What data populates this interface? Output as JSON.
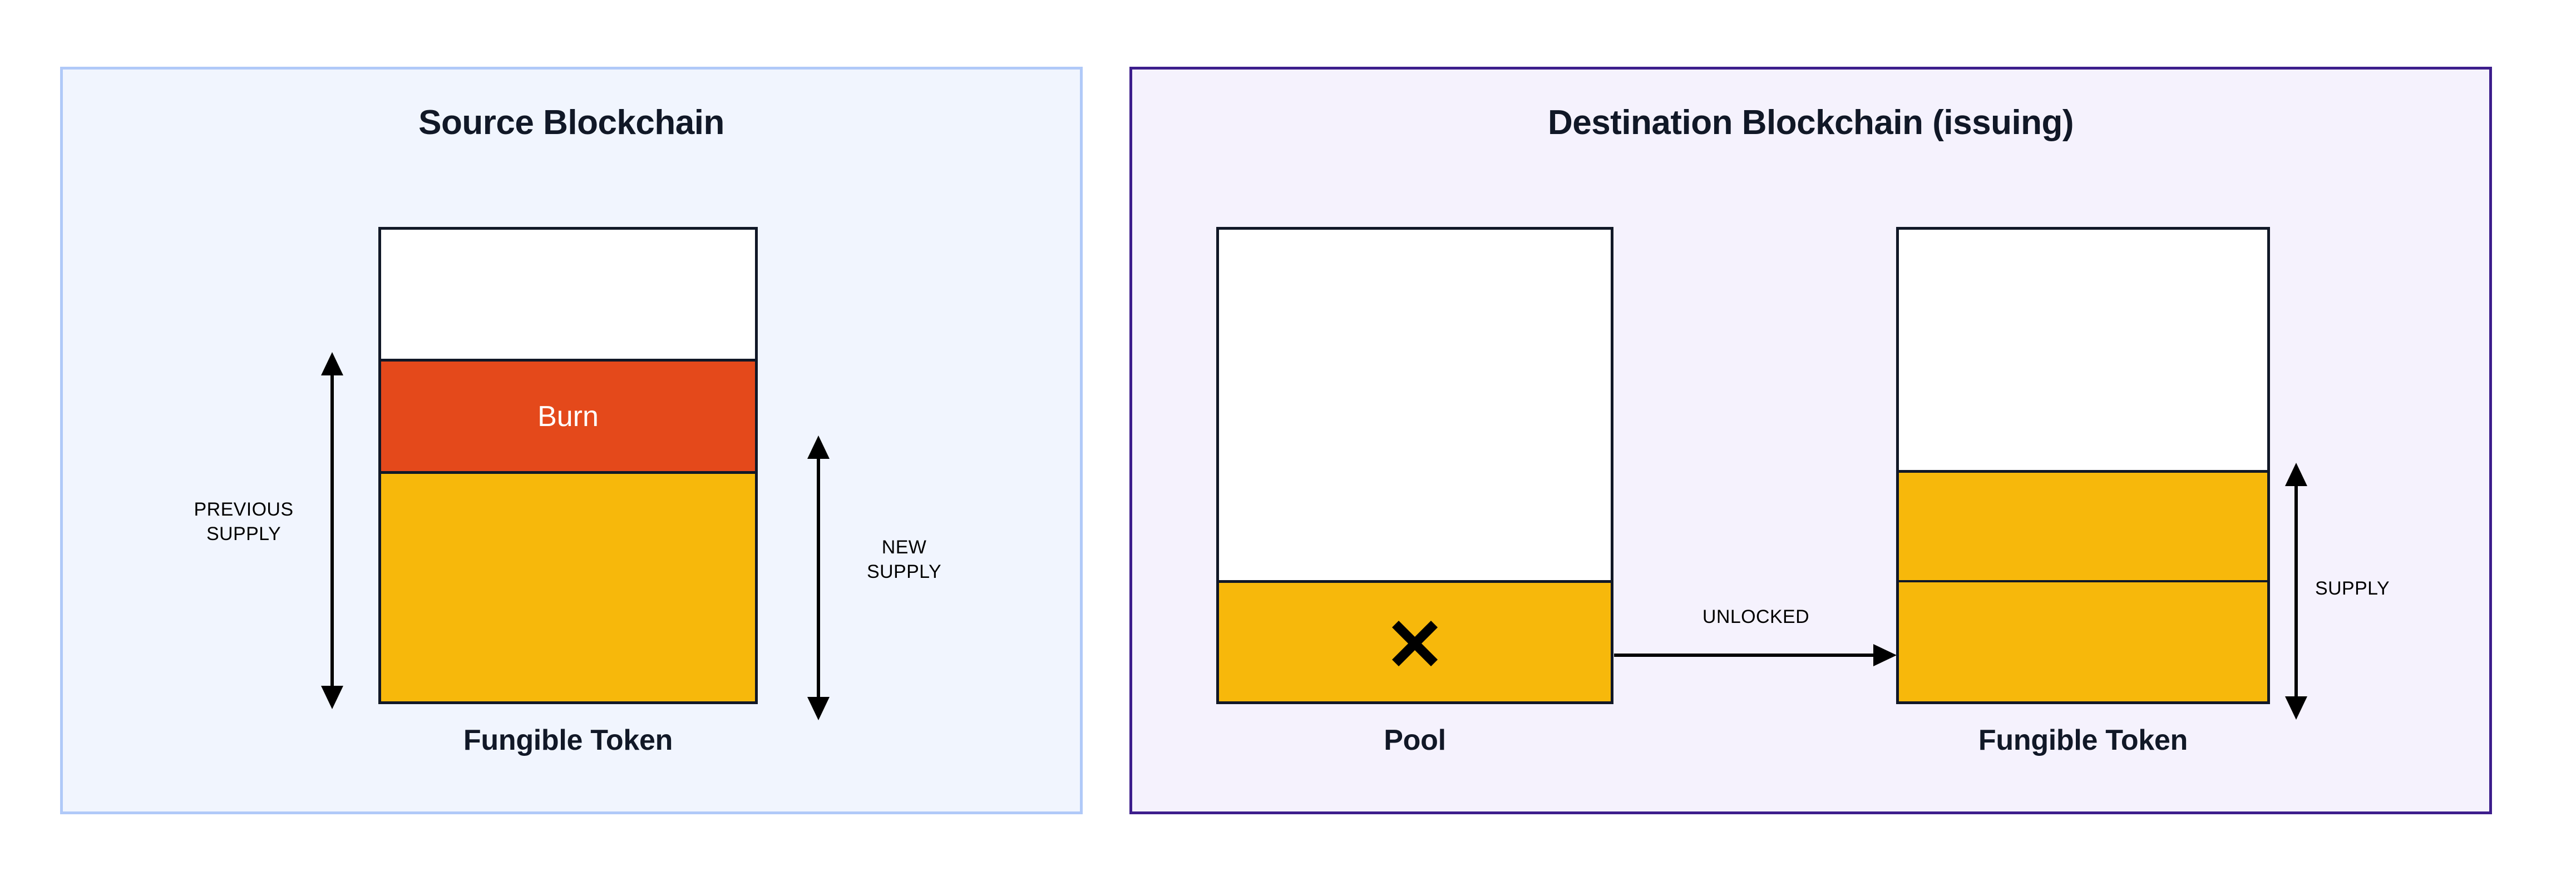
{
  "diagram": {
    "title_source": "Source Blockchain",
    "title_destination": "Destination Blockchain (issuing)"
  },
  "source_panel": {
    "title": "Source Blockchain",
    "token_box": {
      "caption": "Fungible Token",
      "bands": [
        {
          "name": "empty-headroom",
          "label": "",
          "color": "#FFFFFF"
        },
        {
          "name": "burn",
          "label": "Burn",
          "color": "#E4491B"
        },
        {
          "name": "remaining-supply",
          "label": "",
          "color": "#F7B80B"
        }
      ]
    },
    "measures": [
      {
        "name": "previous-supply",
        "label": "PREVIOUS\nSUPPLY"
      },
      {
        "name": "new-supply",
        "label": "NEW\nSUPPLY"
      }
    ]
  },
  "destination_panel": {
    "title": "Destination Blockchain (issuing)",
    "pool_box": {
      "caption": "Pool",
      "marker": "x-mark",
      "bands": [
        {
          "name": "empty-headroom",
          "label": "",
          "color": "#FFFFFF"
        },
        {
          "name": "locked-remaining",
          "label": "",
          "color": "#F7B80B"
        }
      ]
    },
    "token_box": {
      "caption": "Fungible Token",
      "bands": [
        {
          "name": "empty-headroom",
          "label": "",
          "color": "#FFFFFF"
        },
        {
          "name": "existing-supply",
          "label": "",
          "color": "#F7B80B"
        },
        {
          "name": "newly-unlocked",
          "label": "",
          "color": "#F7B80B"
        }
      ]
    },
    "flow": {
      "name": "unlocked-arrow",
      "label": "UNLOCKED"
    },
    "measures": [
      {
        "name": "supply",
        "label": "SUPPLY"
      }
    ]
  },
  "colors": {
    "burn": "#E4491B",
    "token_yellow": "#F7B80B",
    "box_outline": "#111827",
    "source_panel_bg": "#F1F5FE",
    "source_panel_border": "#B0C9F8",
    "destination_panel_bg": "#F5F2FD",
    "destination_panel_border": "#3D1E8C",
    "text": "#111827"
  }
}
